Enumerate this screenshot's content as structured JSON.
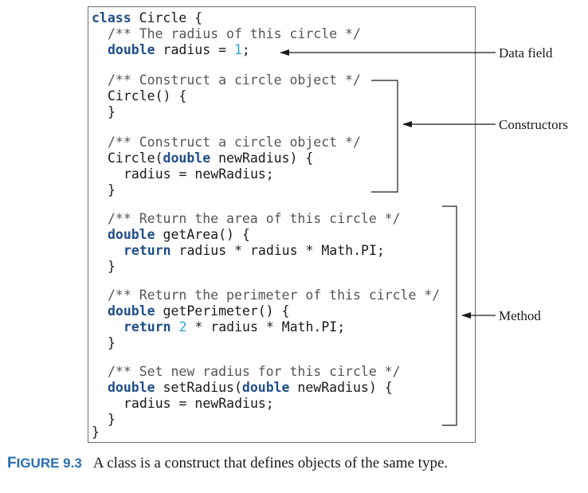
{
  "colors": {
    "keyword": "#1f4f8a",
    "number": "#2aa7d8",
    "comment": "#555555",
    "figure_label": "#2a6fb0"
  },
  "code": {
    "line1": {
      "kw": "class",
      "rest": " Circle {"
    },
    "line2": {
      "comment": "/** The radius of this circle */"
    },
    "line3": {
      "kw": "double",
      "mid": " radius = ",
      "num": "1",
      "end": ";"
    },
    "line5": {
      "comment": "/** Construct a circle object */"
    },
    "line6": {
      "text": "Circle() {"
    },
    "line7": {
      "text": "}"
    },
    "line9": {
      "comment": "/** Construct a circle object */"
    },
    "line10": {
      "pre": "Circle(",
      "kw": "double",
      "post": " newRadius) {"
    },
    "line11": {
      "text": "radius = newRadius;"
    },
    "line12": {
      "text": "}"
    },
    "line14": {
      "comment": "/** Return the area of this circle */"
    },
    "line15": {
      "kw": "double",
      "rest": " getArea() {"
    },
    "line16": {
      "kw": "return",
      "rest": " radius * radius * Math.PI;"
    },
    "line17": {
      "text": "}"
    },
    "line19": {
      "comment": "/** Return the perimeter of this circle */"
    },
    "line20": {
      "kw": "double",
      "rest": " getPerimeter() {"
    },
    "line21": {
      "kw": "return",
      "mid": " ",
      "num": "2",
      "rest": " * radius * Math.PI;"
    },
    "line22": {
      "text": "}"
    },
    "line24": {
      "comment": "/** Set new radius for this circle */"
    },
    "line25": {
      "kw1": "double",
      "mid": " setRadius(",
      "kw2": "double",
      "rest": " newRadius) {"
    },
    "line26": {
      "text": "radius = newRadius;"
    },
    "line27": {
      "text": "}"
    },
    "line28": {
      "text": "}"
    }
  },
  "annotations": {
    "data_field": "Data field",
    "constructors": "Constructors",
    "method": "Method"
  },
  "caption": {
    "first_letter": "F",
    "label_rest": "IGURE 9.3",
    "text": "A class is a construct that defines objects of the same type."
  }
}
